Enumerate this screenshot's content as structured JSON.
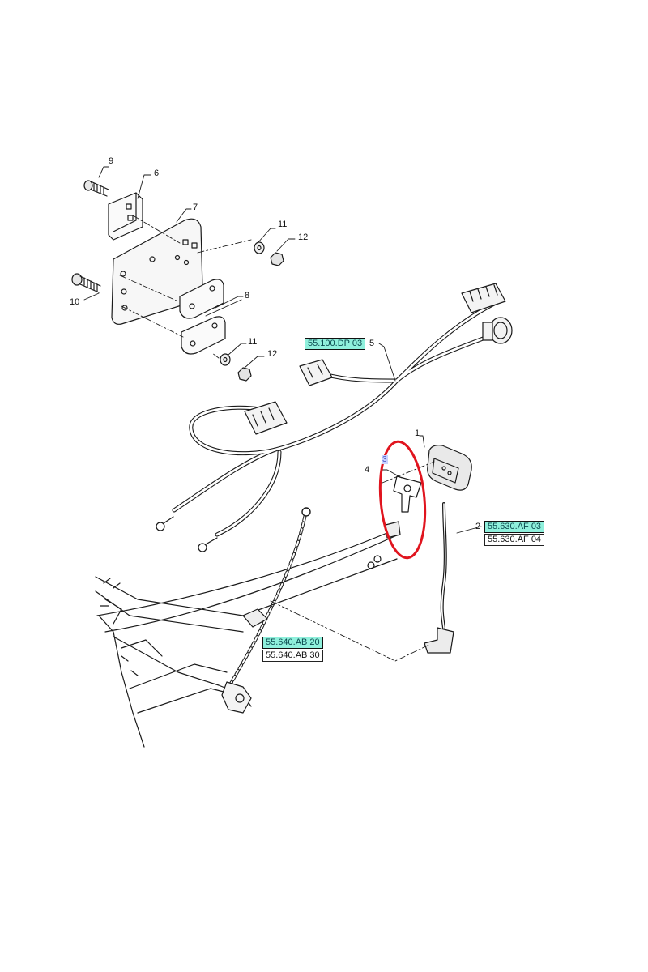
{
  "callouts": {
    "n1": "1",
    "n2": "2",
    "n3": "3",
    "n4": "4",
    "n5": "5",
    "n6": "6",
    "n7": "7",
    "n8": "8",
    "n9": "9",
    "n10": "10",
    "n11a": "11",
    "n11b": "11",
    "n12a": "12",
    "n12b": "12"
  },
  "references": {
    "harness": "55.100.DP 03",
    "cable_a": "55.630.AF 03",
    "cable_b": "55.630.AF 04",
    "base_a": "55.640.AB 20",
    "base_b": "55.640.AB 30"
  },
  "colors": {
    "highlight_box": "#8ff0dc",
    "selection_ellipse": "#e0141e",
    "line_art": "#1a1a1a"
  }
}
